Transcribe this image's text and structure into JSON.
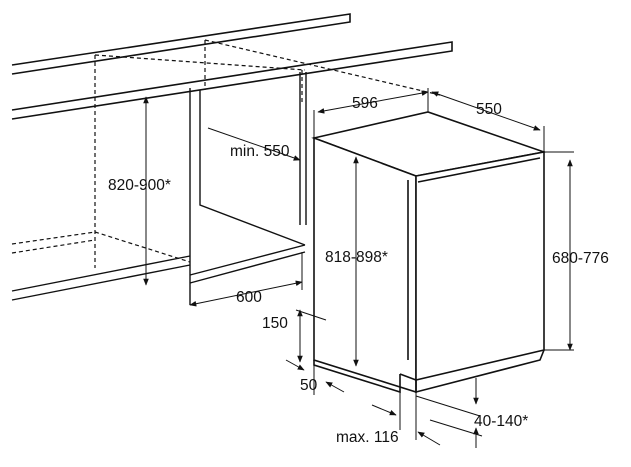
{
  "labels": {
    "depth_top": "596",
    "width_top": "550",
    "min_depth": "min. 550",
    "niche_height": "820-900*",
    "appliance_height": "818-898*",
    "front_height": "680-776",
    "niche_width": "600",
    "plinth_height": "150",
    "plinth_depth": "50",
    "door_travel": "max. 116",
    "foot_adjust": "40-140*"
  },
  "colors": {
    "line": "#111111",
    "background": "#ffffff"
  }
}
